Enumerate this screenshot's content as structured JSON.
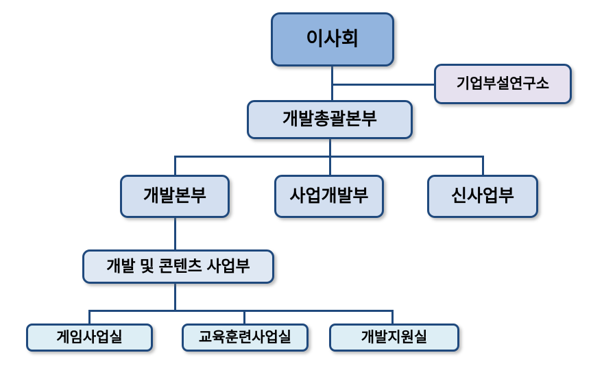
{
  "org_chart": {
    "type": "organization-chart",
    "nodes": {
      "board": "이사회",
      "research": "기업부설연구소",
      "dev_general_hq": "개발총괄본부",
      "dev_hq": "개발본부",
      "biz_dev": "사업개발부",
      "new_biz": "신사업부",
      "dev_content": "개발 및 콘텐츠 사업부",
      "game": "게임사업실",
      "edu": "교육훈련사업실",
      "dev_support": "개발지원실"
    },
    "edges": [
      [
        "이사회",
        "기업부설연구소"
      ],
      [
        "이사회",
        "개발총괄본부"
      ],
      [
        "개발총괄본부",
        "개발본부"
      ],
      [
        "개발총괄본부",
        "사업개발부"
      ],
      [
        "개발총괄본부",
        "신사업부"
      ],
      [
        "개발본부",
        "개발 및 콘텐츠 사업부"
      ],
      [
        "개발 및 콘텐츠 사업부",
        "게임사업실"
      ],
      [
        "개발 및 콘텐츠 사업부",
        "교육훈련사업실"
      ],
      [
        "개발 및 콘텐츠 사업부",
        "개발지원실"
      ]
    ]
  },
  "colors": {
    "background": "#ffffff",
    "border": "#1F497D",
    "line": "#1F497D",
    "text": "#000000",
    "board_fill": "#92B4DE",
    "research_fill": "#E6E1EF",
    "node_fill": "#D3DFF0",
    "subnode_fill": "#DFE8F3",
    "leaf_fill": "#DDEEF5"
  }
}
